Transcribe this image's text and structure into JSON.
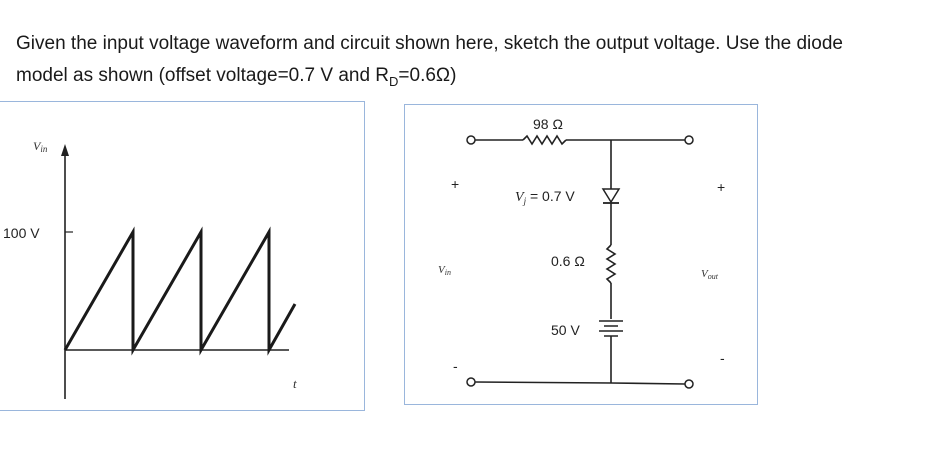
{
  "question": {
    "line1": "Given the input voltage waveform and circuit shown here, sketch the output voltage.  Use the diode",
    "line2_prefix": "model as shown (offset voltage=0.7 V and R",
    "line2_sub": "D",
    "line2_suffix": "=0.6Ω)"
  },
  "waveform": {
    "y_axis_label_main": "V",
    "y_axis_label_sub": "in",
    "level_label": "100 V",
    "x_axis_label": "t",
    "peak_value_v": 100,
    "cycles": 3
  },
  "circuit": {
    "series_resistor": "98 Ω",
    "diode_voltage_main": "V",
    "diode_voltage_sub": "j",
    "diode_voltage_value": " = 0.7 V",
    "diode_resistance": "0.6 Ω",
    "battery": "50 V",
    "input_label_main": "V",
    "input_label_sub": "in",
    "output_label_main": "V",
    "output_label_sub": "out",
    "plus": "+",
    "minus": "-"
  }
}
